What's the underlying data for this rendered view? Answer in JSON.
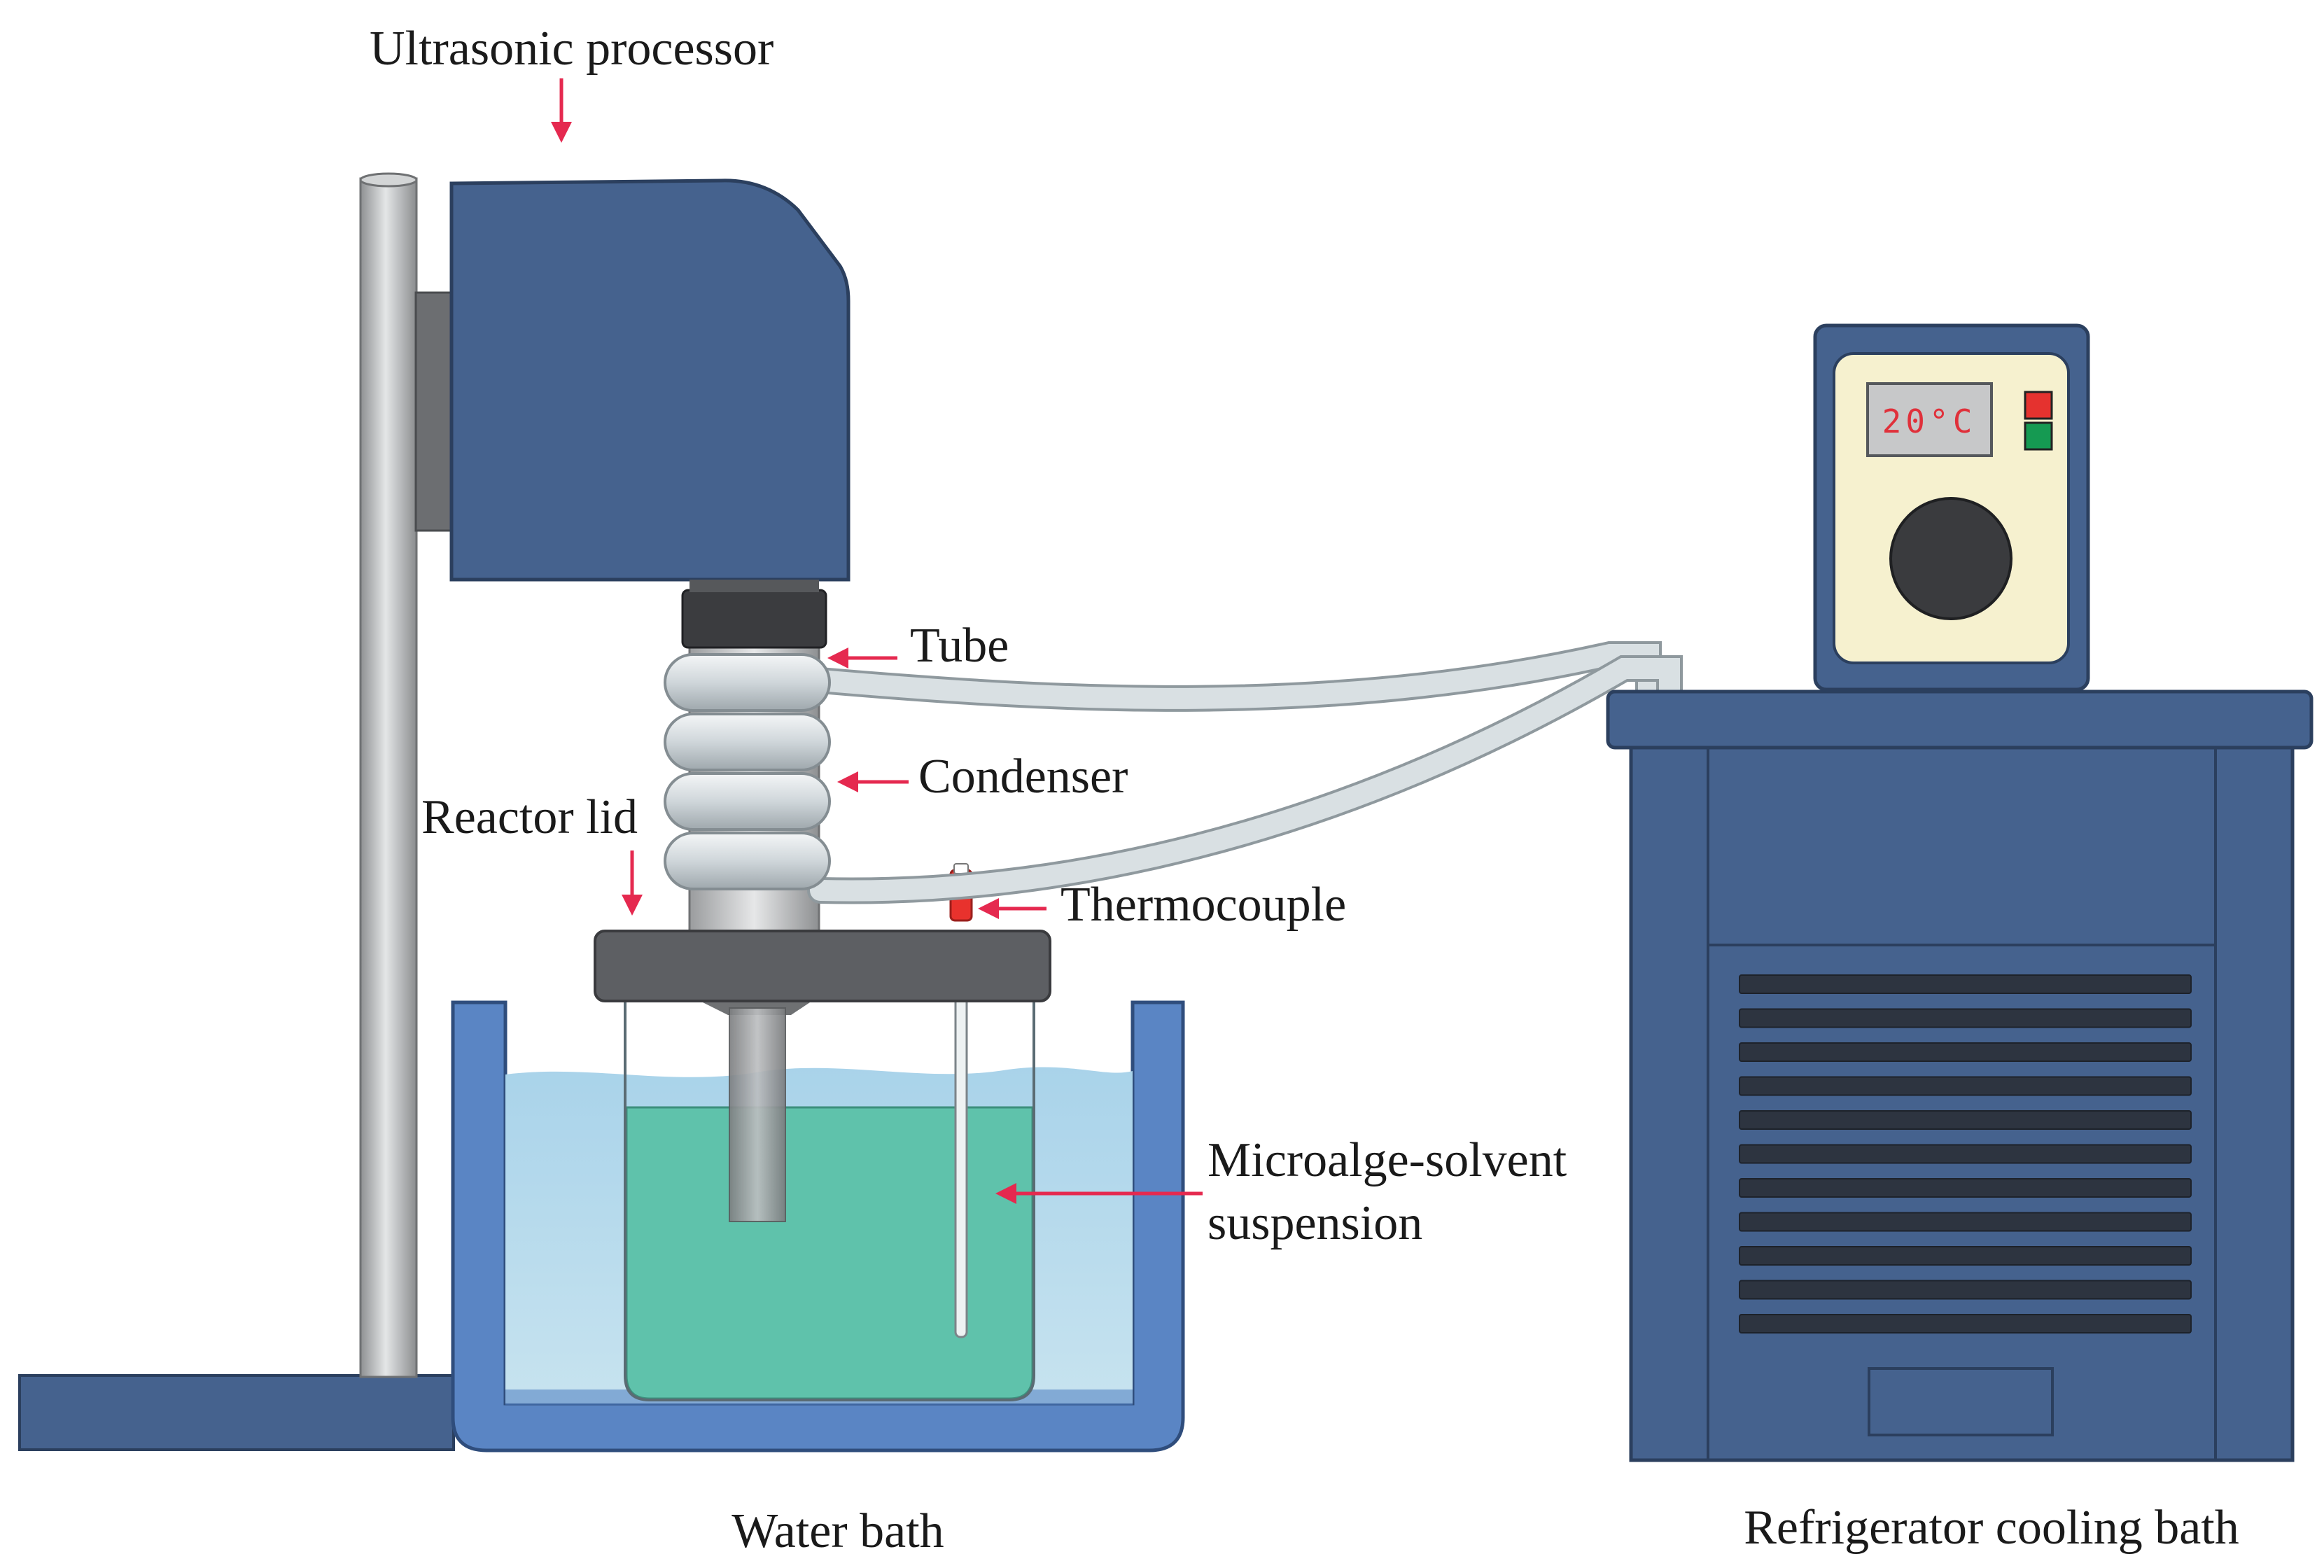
{
  "labels": {
    "ultrasonic_processor": "Ultrasonic processor",
    "tube": "Tube",
    "condenser": "Condenser",
    "reactor_lid": "Reactor lid",
    "thermocouple": "Thermocouple",
    "suspension_line1": "Microalge-solvent",
    "suspension_line2": "suspension",
    "water_bath": "Water bath",
    "refrigerator_cooling_bath": "Refrigerator cooling bath"
  },
  "display": {
    "temperature": "20°C"
  },
  "colors": {
    "equipment_blue": "#45628e",
    "equipment_outline": "#2b3f5e",
    "bath_blue": "#5a85c4",
    "water": "#b5d9ec",
    "suspension": "#5fc2ab",
    "arrow": "#e5294f",
    "panel": "#f6f1cf",
    "tube_gray": "#d6dde0",
    "lid_gray": "#5d5f63"
  }
}
